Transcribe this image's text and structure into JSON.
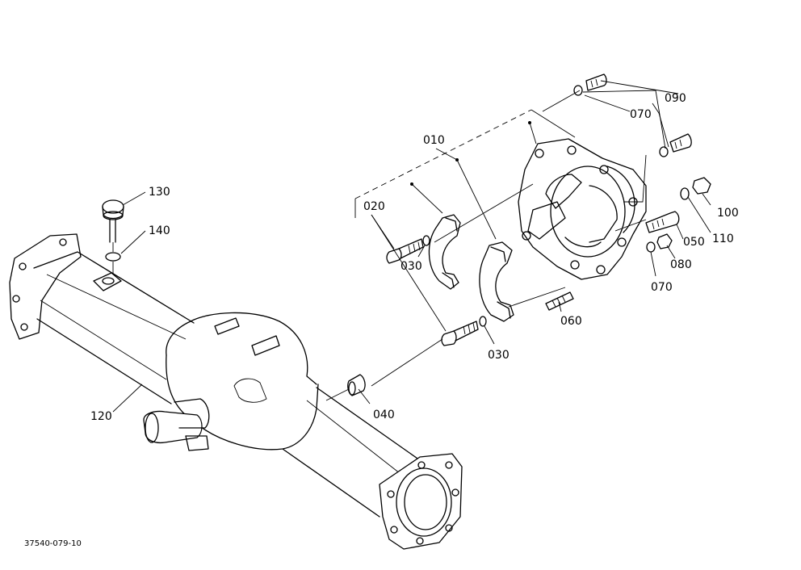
{
  "callouts": [
    {
      "id": "p090",
      "text": "090"
    },
    {
      "id": "p070a",
      "text": "070"
    },
    {
      "id": "p010",
      "text": "010"
    },
    {
      "id": "p020",
      "text": "020"
    },
    {
      "id": "p100",
      "text": "100"
    },
    {
      "id": "p110",
      "text": "110"
    },
    {
      "id": "p050",
      "text": "050"
    },
    {
      "id": "p080",
      "text": "080"
    },
    {
      "id": "p070b",
      "text": "070"
    },
    {
      "id": "p030a",
      "text": "030"
    },
    {
      "id": "p030b",
      "text": "030"
    },
    {
      "id": "p060",
      "text": "060"
    },
    {
      "id": "p040",
      "text": "040"
    },
    {
      "id": "p130",
      "text": "130"
    },
    {
      "id": "p140",
      "text": "140"
    },
    {
      "id": "p120",
      "text": "120"
    }
  ],
  "drawing_code": "37540-079-10"
}
